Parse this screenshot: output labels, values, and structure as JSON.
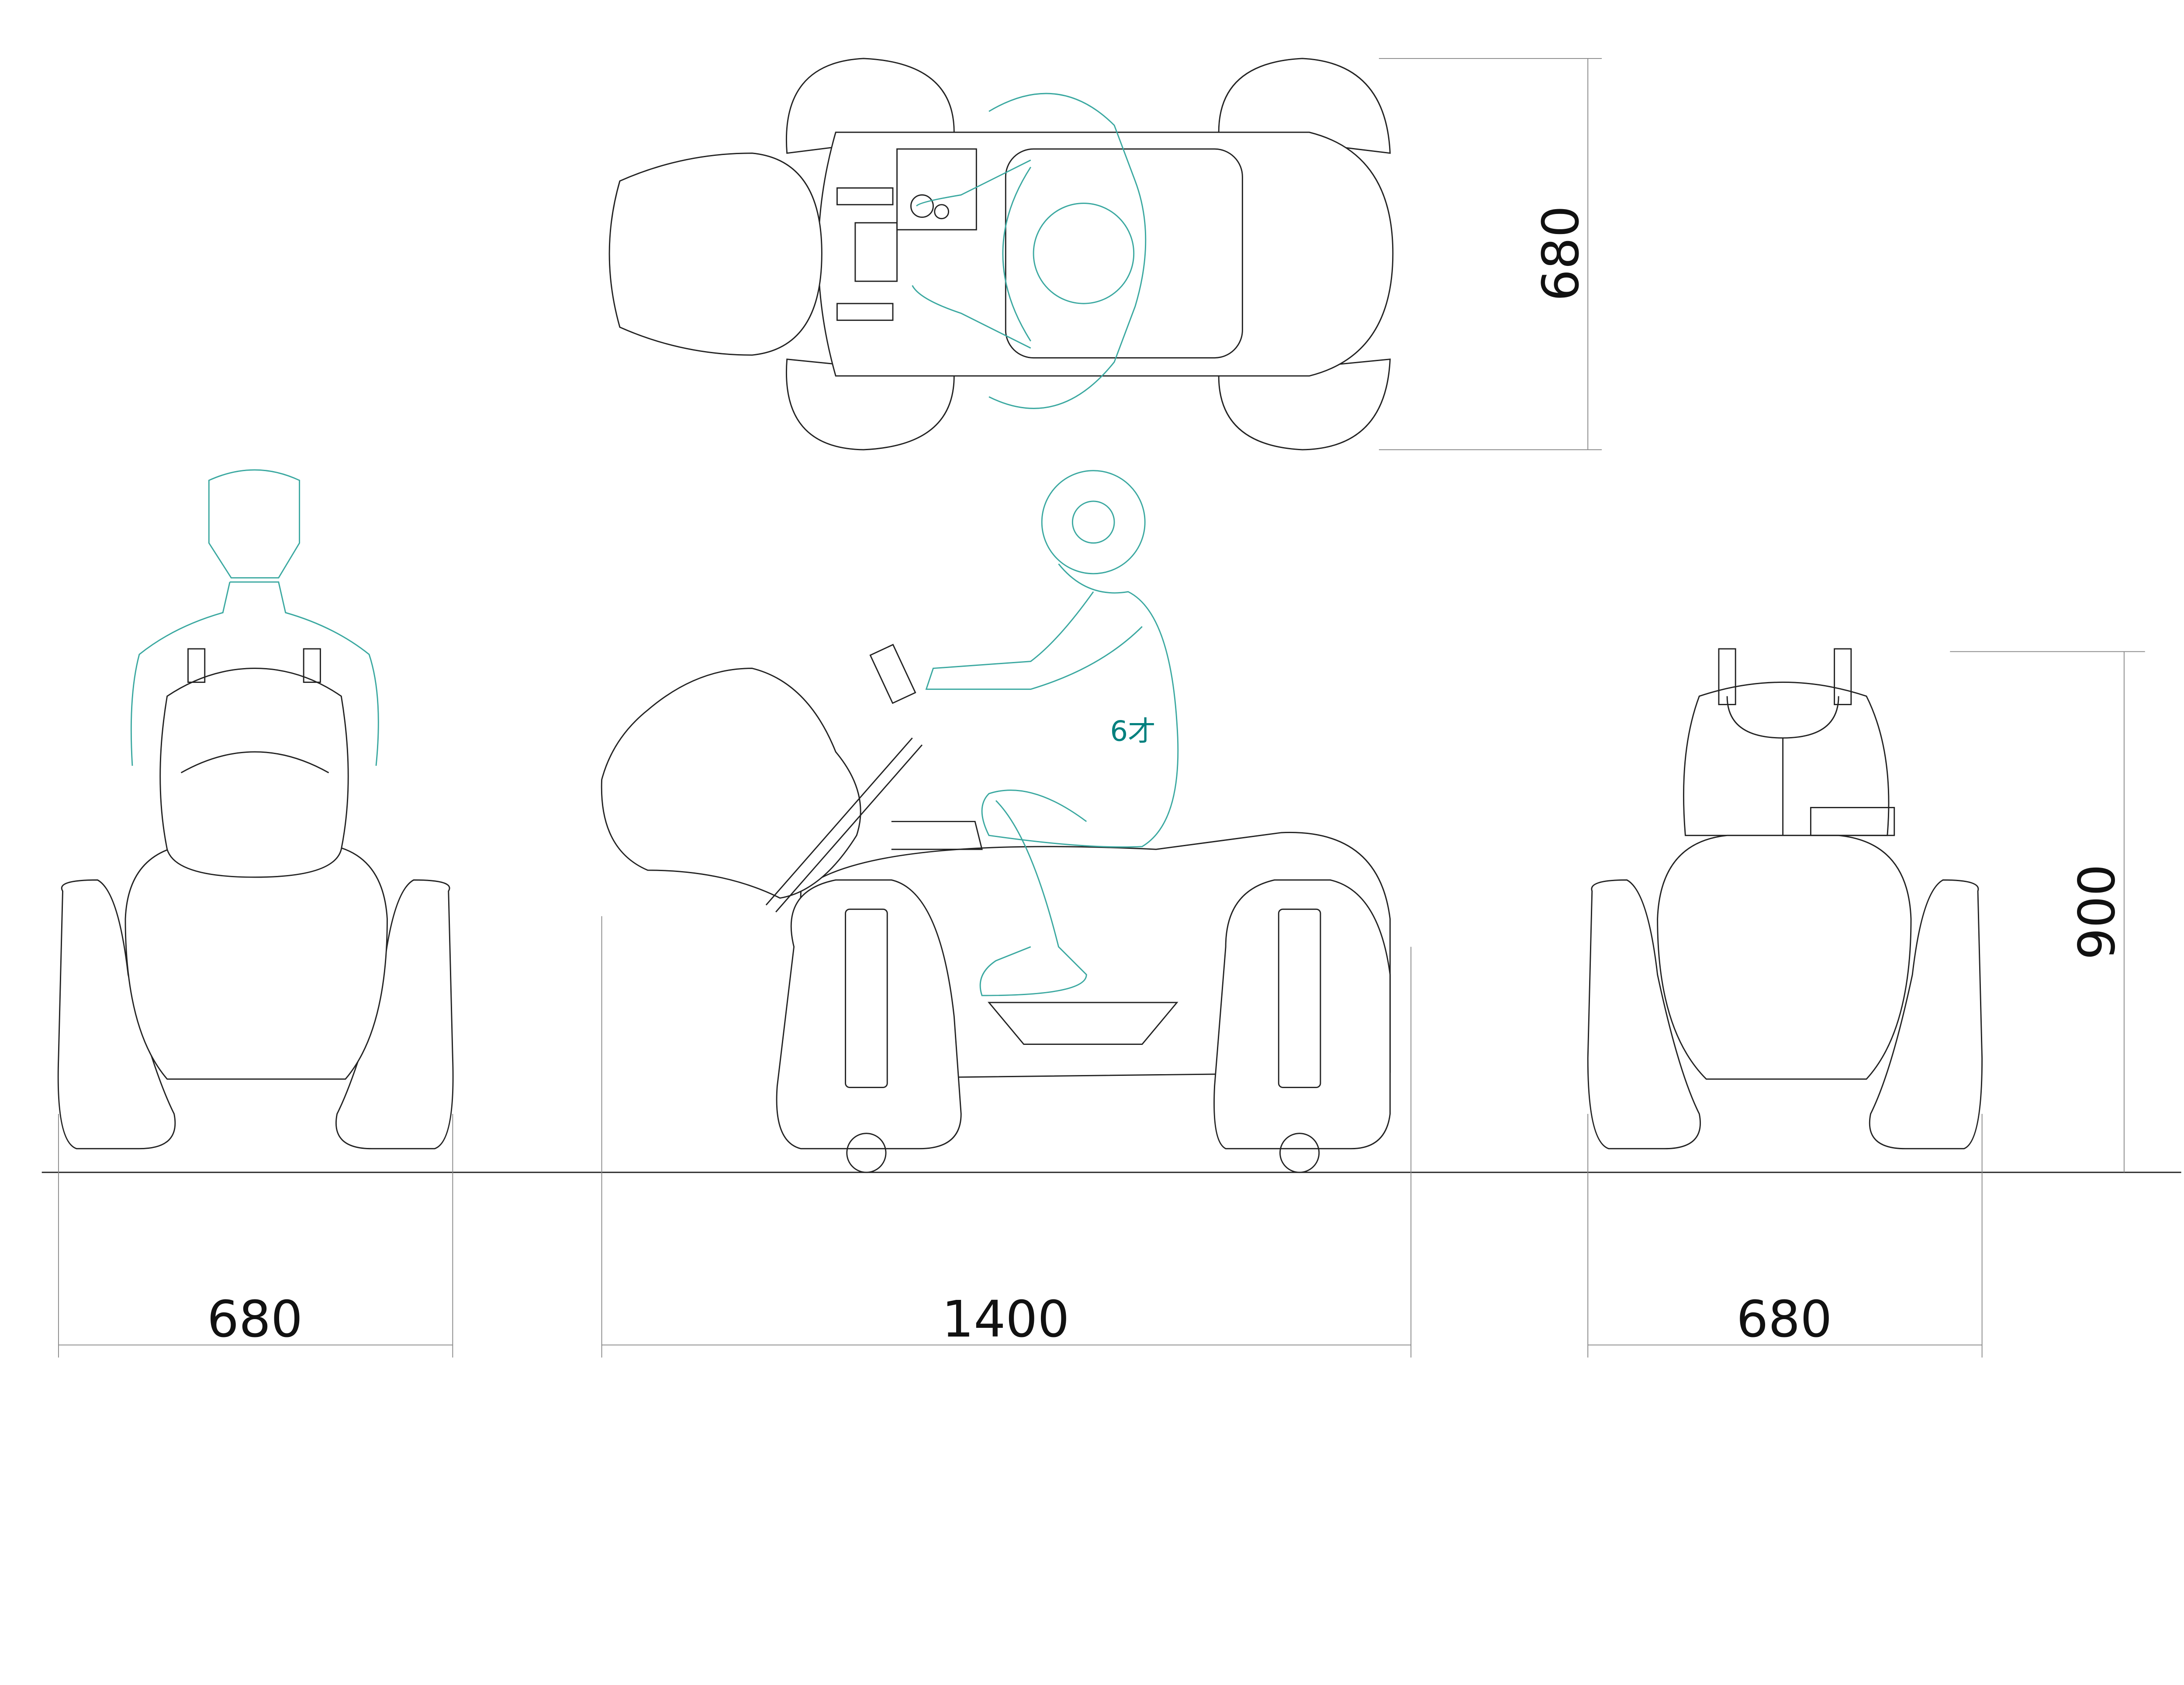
{
  "drawing": {
    "dimensions": {
      "top_view_width": "680",
      "front_view_width": "680",
      "side_view_length": "1400",
      "rear_view_width": "680",
      "height": "900"
    },
    "figure_label": "6才",
    "colors": {
      "outline": "#222222",
      "figure": "#3aa8a0",
      "label": "#00807e",
      "dimension": "#888888"
    }
  }
}
